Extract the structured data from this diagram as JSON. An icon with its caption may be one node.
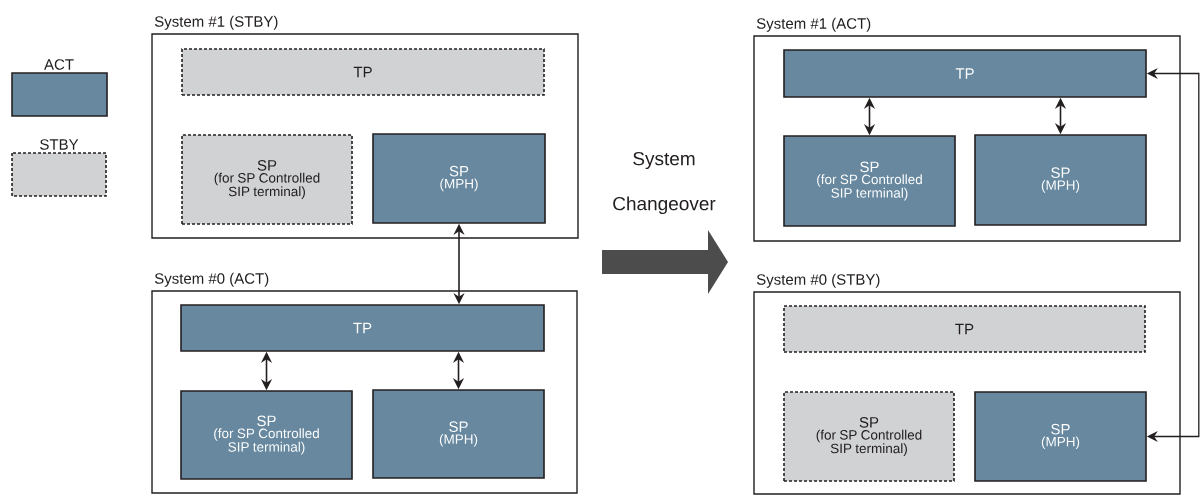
{
  "diagram": {
    "nodes": [
      {
        "text": [
          "System #1 (STBY)"
        ]
      },
      {
        "text": [
          "TP"
        ],
        "in": 0
      },
      {
        "text": [
          "SP",
          "(for SP Controlled SIP terminal)"
        ],
        "in": 0
      },
      {
        "text": [
          "SP",
          "(MPH)"
        ],
        "in": 0
      },
      {
        "text": [
          "System #0 (ACT)"
        ]
      },
      {
        "text": [
          "TP"
        ],
        "in": 4
      },
      {
        "text": [
          "SP",
          "(for SP Controlled SIP terminal)"
        ],
        "in": 4
      },
      {
        "text": [
          "SP",
          "(MPH)"
        ],
        "in": 4
      },
      {
        "text": [
          "System #1 (ACT)"
        ]
      },
      {
        "text": [
          "TP"
        ],
        "in": 8
      },
      {
        "text": [
          "SP",
          "(for SP Controlled SIP terminal)"
        ],
        "in": 8
      },
      {
        "text": [
          "SP",
          "(MPH)"
        ],
        "in": 8
      },
      {
        "text": [
          "System #0 (STBY)"
        ]
      },
      {
        "text": [
          "TP"
        ],
        "in": 12
      },
      {
        "text": [
          "SP",
          "(for SP Controlled SIP terminal)"
        ],
        "in": 12
      },
      {
        "text": [
          "SP",
          "(MPH)"
        ],
        "in": 12
      }
    ],
    "edges": [
      {
        "from": 3,
        "to": 5,
        "arrow": "both"
      },
      {
        "from": 5,
        "to": 6,
        "arrow": "both"
      },
      {
        "from": 5,
        "to": 7,
        "arrow": "both"
      },
      {
        "from": 9,
        "to": 10,
        "arrow": "both"
      },
      {
        "from": 9,
        "to": 11,
        "arrow": "both"
      },
      {
        "from": 15,
        "to": 9,
        "arrow": "both"
      }
    ],
    "labels": [
      "System Changeover"
    ],
    "legend": [
      {
        "text": "ACT",
        "color": "#67889f"
      },
      {
        "text": "STBY",
        "color": "#d1d2d4"
      }
    ]
  }
}
